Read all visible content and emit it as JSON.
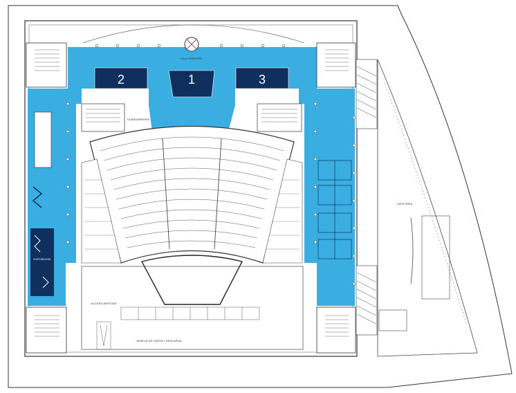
{
  "colors": {
    "corridor": "#3aaee0",
    "zone": "#0f2f5e",
    "line": "#333333",
    "background": "#ffffff"
  },
  "zones": [
    {
      "label": "1"
    },
    {
      "label": "2"
    },
    {
      "label": "3"
    }
  ],
  "small_labels": {
    "hall": "HALL PRINCIPAL",
    "guardarropa": "GUARDARROPIA",
    "cafeteria": "CAFETERIA",
    "exposicion": "EXPOSICION",
    "muelle": "MUELLE DE CARGA Y DESCARGA",
    "acceso": "ACCESO ARTISTAS"
  }
}
